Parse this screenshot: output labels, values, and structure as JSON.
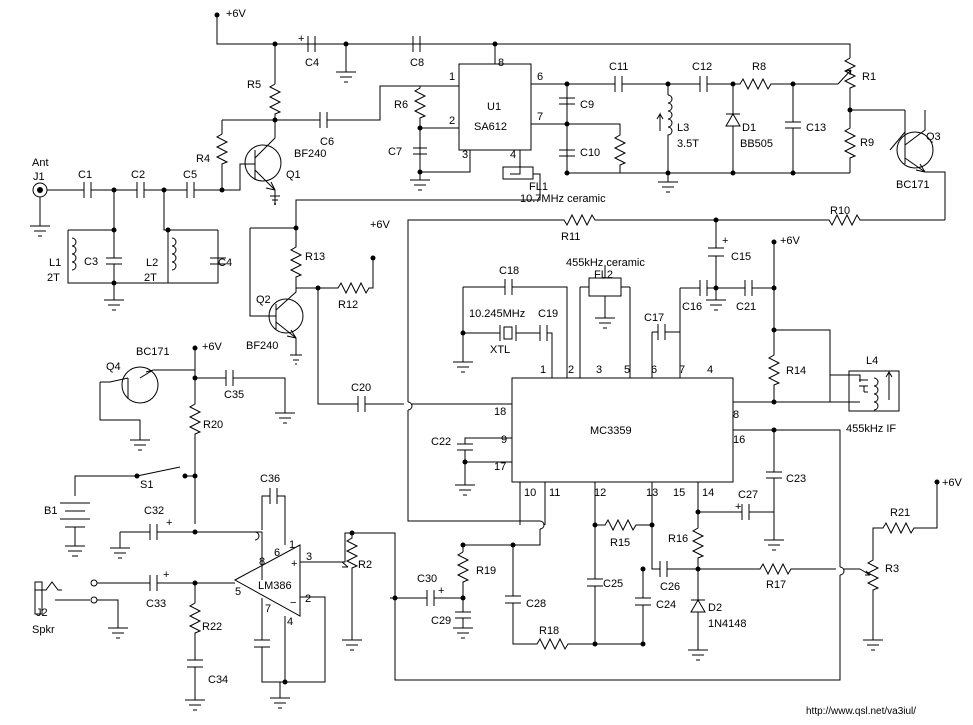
{
  "footer": {
    "url": "http://www.qsl.net/va3iul/"
  },
  "supply": {
    "vcc": "+6V"
  },
  "ics": {
    "u1": {
      "ref": "U1",
      "part": "SA612"
    },
    "mc3359": {
      "part": "MC3359"
    },
    "lm386": {
      "part": "LM386"
    }
  },
  "transistors": {
    "q1": {
      "ref": "Q1",
      "part": "BF240"
    },
    "q2": {
      "ref": "Q2",
      "part": "BF240"
    },
    "q3": {
      "ref": "Q3",
      "part": "BC171"
    },
    "q4": {
      "ref": "Q4",
      "part": "BC171"
    }
  },
  "filters": {
    "fl1": {
      "ref": "FL1",
      "desc": "10.7MHz ceramic"
    },
    "fl2": {
      "ref": "FL2",
      "desc": "455kHz ceramic"
    }
  },
  "crystal": {
    "freq": "10.245MHz",
    "ref": "XTL"
  },
  "connectors": {
    "ant": "Ant",
    "j1": "J1",
    "j2": "J2",
    "spkr": "Spkr"
  },
  "inductors": {
    "l1": {
      "ref": "L1",
      "val": "2T"
    },
    "l2": {
      "ref": "L2",
      "val": "2T"
    },
    "l3": {
      "ref": "L3",
      "val": "3.5T"
    },
    "l4": {
      "ref": "L4",
      "desc": "455kHz IF"
    }
  },
  "diodes": {
    "d1": {
      "ref": "D1",
      "part": "BB505"
    },
    "d2": {
      "ref": "D2",
      "part": "1N4148"
    }
  },
  "switches": {
    "s1": "S1",
    "b1": "B1"
  },
  "pins": {
    "u1": [
      "1",
      "2",
      "3",
      "4",
      "6",
      "7",
      "8"
    ],
    "mc_top": [
      "1",
      "2",
      "3",
      "5",
      "6",
      "7",
      "4"
    ],
    "mc_left": [
      "18",
      "9",
      "17"
    ],
    "mc_right": [
      "8",
      "16"
    ],
    "mc_bottom": [
      "10",
      "11",
      "12",
      "13",
      "15",
      "14"
    ],
    "lm": [
      "8",
      "6",
      "1",
      "3",
      "5",
      "7",
      "4",
      "2"
    ],
    "plus": "+",
    "minus": "−"
  },
  "labels": {
    "C1": "C1",
    "C2": "C2",
    "C3": "C3",
    "C4": "C4",
    "C4b": "C4",
    "C5": "C5",
    "C6": "C6",
    "C7": "C7",
    "C8": "C8",
    "C9": "C9",
    "C10": "C10",
    "C11": "C11",
    "C12": "C12",
    "C13": "C13",
    "C15": "C15",
    "C16": "C16",
    "C17": "C17",
    "C18": "C18",
    "C19": "C19",
    "C20": "C20",
    "C21": "C21",
    "C22": "C22",
    "C23": "C23",
    "C24": "C24",
    "C25": "C25",
    "C26": "C26",
    "C27": "C27",
    "C28": "C28",
    "C29": "C29",
    "C30": "C30",
    "C32": "C32",
    "C33": "C33",
    "C34": "C34",
    "C35": "C35",
    "C36": "C36",
    "R1": "R1",
    "R2": "R2",
    "R3": "R3",
    "R4": "R4",
    "R5": "R5",
    "R6": "R6",
    "R8": "R8",
    "R9": "R9",
    "R10": "R10",
    "R11": "R11",
    "R12": "R12",
    "R13": "R13",
    "R14": "R14",
    "R15": "R15",
    "R16": "R16",
    "R17": "R17",
    "R18": "R18",
    "R19": "R19",
    "R20": "R20",
    "R21": "R21",
    "R22": "R22"
  }
}
